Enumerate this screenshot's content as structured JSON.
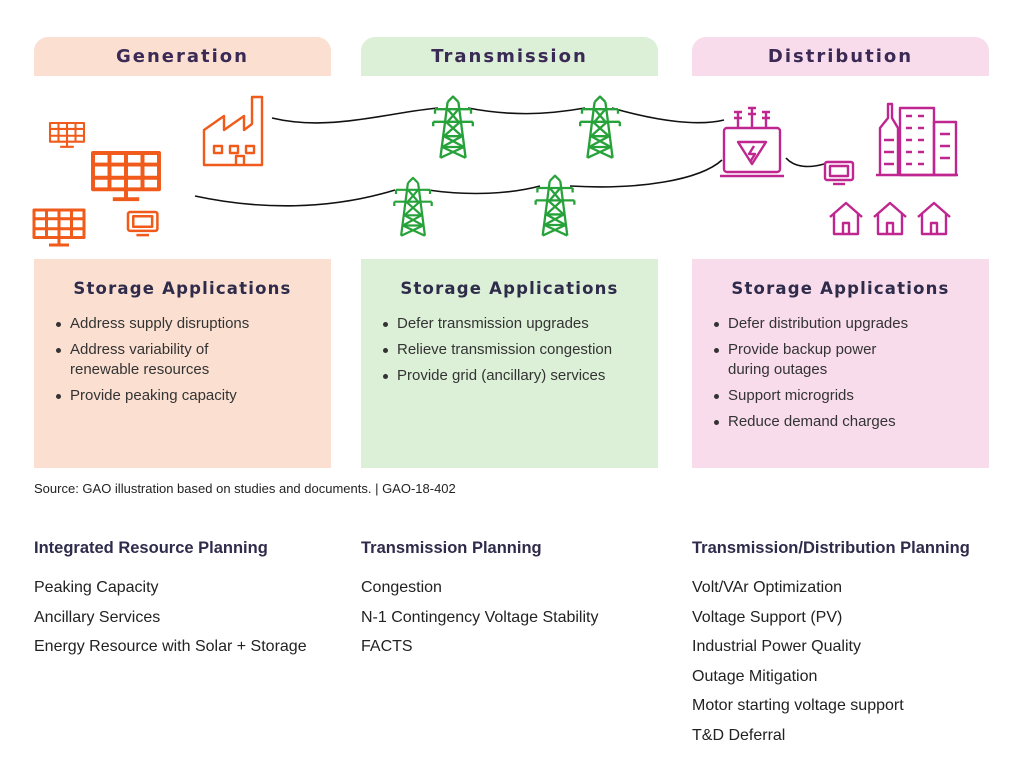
{
  "colors": {
    "generation": "#f05a1a",
    "transmission": "#27a23a",
    "distribution": "#c0268f",
    "generation_bg": "#fbe0d2",
    "transmission_bg": "#dcf0d8",
    "distribution_bg": "#f8dcec"
  },
  "headers": [
    "Generation",
    "Transmission",
    "Distribution"
  ],
  "boxes": [
    {
      "title": "Storage Applications",
      "items": [
        "Address supply disruptions",
        "Address variability of\nrenewable resources",
        "Provide peaking capacity"
      ]
    },
    {
      "title": "Storage Applications",
      "items": [
        "Defer transmission upgrades",
        "Relieve transmission congestion",
        "Provide grid (ancillary) services"
      ]
    },
    {
      "title": "Storage Applications",
      "items": [
        "Defer distribution upgrades",
        "Provide backup power\nduring outages",
        "Support microgrids",
        "Reduce demand charges"
      ]
    }
  ],
  "source": "Source: GAO illustration based on studies and documents. |  GAO-18-402",
  "planning": [
    {
      "title": "Integrated Resource Planning",
      "items": [
        "Peaking Capacity",
        "Ancillary Services",
        "Energy Resource with Solar + Storage"
      ]
    },
    {
      "title": "Transmission Planning",
      "items": [
        "Congestion",
        "N-1 Contingency Voltage Stability",
        "FACTS"
      ]
    },
    {
      "title": "Transmission/Distribution Planning",
      "items": [
        "Volt/VAr Optimization",
        "Voltage Support (PV)",
        "Industrial Power Quality",
        "Outage Mitigation",
        "Motor starting voltage support",
        "T&D Deferral"
      ]
    }
  ],
  "icons": {
    "generation": [
      "solar-panel-icon",
      "solar-panel-icon",
      "solar-panel-icon",
      "solar-panel-icon",
      "battery-icon",
      "factory-icon"
    ],
    "transmission": [
      "transmission-tower-icon",
      "transmission-tower-icon",
      "transmission-tower-icon",
      "transmission-tower-icon"
    ],
    "distribution": [
      "transformer-icon",
      "battery-icon",
      "office-building-icon",
      "house-icon",
      "house-icon",
      "house-icon"
    ]
  }
}
